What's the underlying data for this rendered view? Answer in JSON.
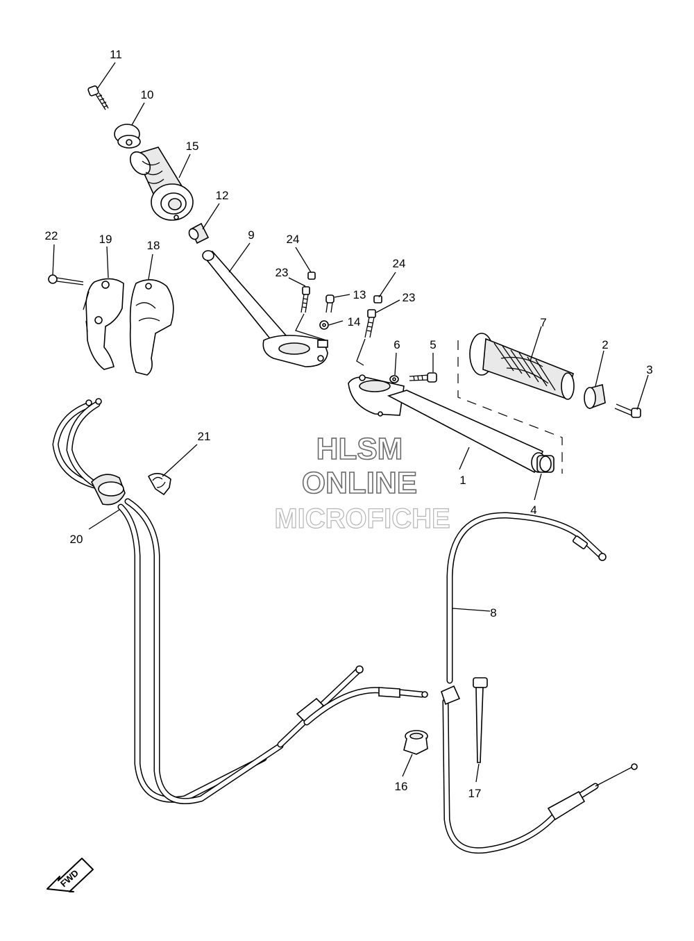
{
  "watermark": {
    "line1": "HLSM",
    "line2": "ONLINE",
    "line3": "MICROFICHE"
  },
  "badge": {
    "text": "FWD"
  },
  "callouts": [
    {
      "id": "c1",
      "text": "1"
    },
    {
      "id": "c2",
      "text": "2"
    },
    {
      "id": "c3",
      "text": "3"
    },
    {
      "id": "c4",
      "text": "4"
    },
    {
      "id": "c5",
      "text": "5"
    },
    {
      "id": "c6",
      "text": "6"
    },
    {
      "id": "c7",
      "text": "7"
    },
    {
      "id": "c8",
      "text": "8"
    },
    {
      "id": "c9",
      "text": "9"
    },
    {
      "id": "c10",
      "text": "10"
    },
    {
      "id": "c11",
      "text": "11"
    },
    {
      "id": "c12",
      "text": "12"
    },
    {
      "id": "c13",
      "text": "13"
    },
    {
      "id": "c14",
      "text": "14"
    },
    {
      "id": "c15",
      "text": "15"
    },
    {
      "id": "c16",
      "text": "16"
    },
    {
      "id": "c17",
      "text": "17"
    },
    {
      "id": "c18",
      "text": "18"
    },
    {
      "id": "c19",
      "text": "19"
    },
    {
      "id": "c20",
      "text": "20"
    },
    {
      "id": "c21",
      "text": "21"
    },
    {
      "id": "c22",
      "text": "22"
    },
    {
      "id": "c23a",
      "text": "23"
    },
    {
      "id": "c23b",
      "text": "23"
    },
    {
      "id": "c24a",
      "text": "24"
    },
    {
      "id": "c24b",
      "text": "24"
    }
  ]
}
